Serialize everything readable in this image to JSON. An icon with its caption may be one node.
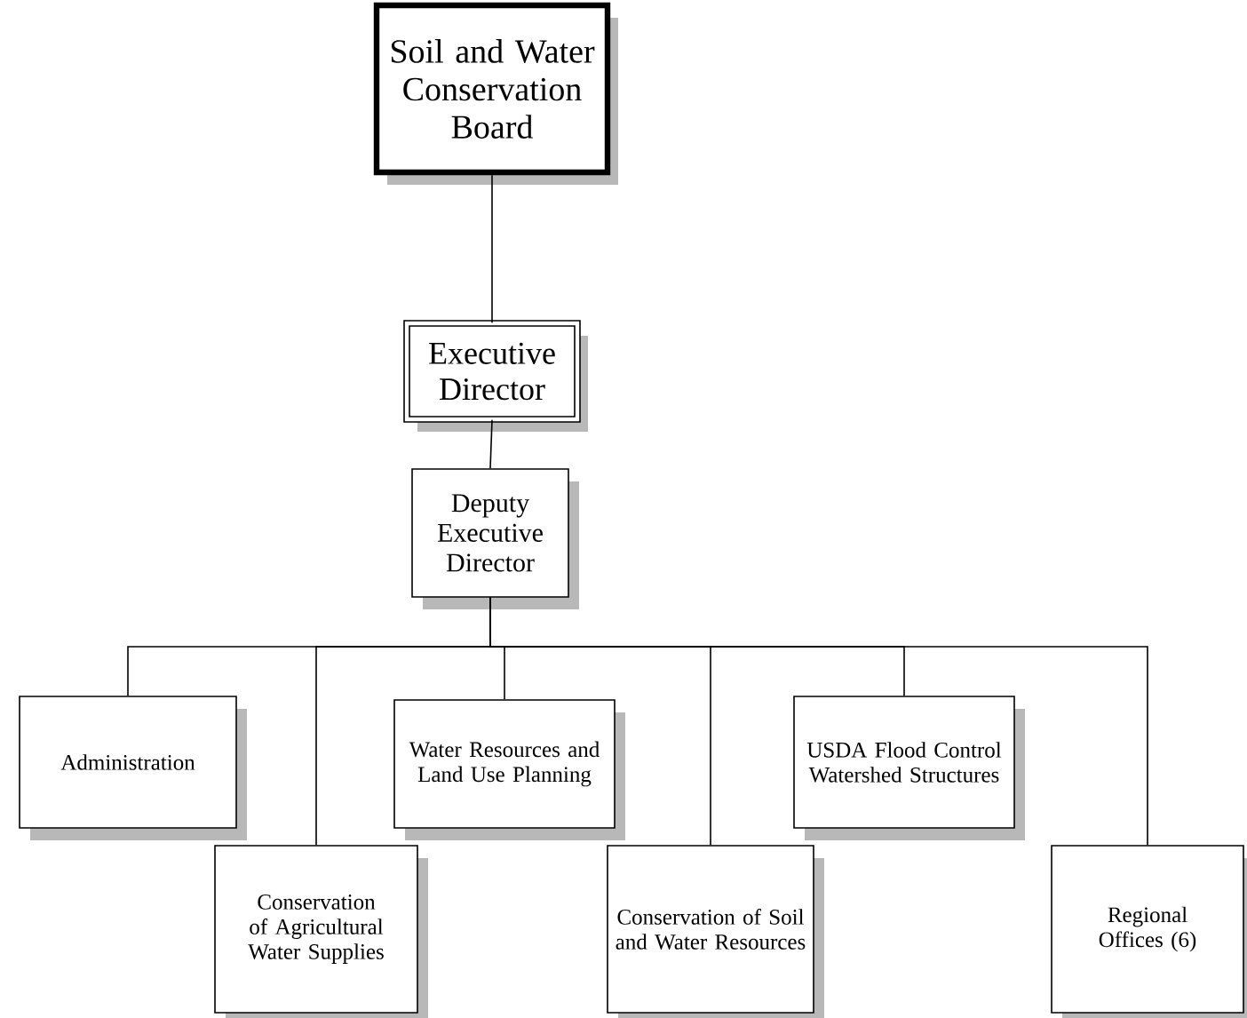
{
  "diagram": {
    "nodes": [
      {
        "text": [
          "Soil and Water Conservation Board"
        ]
      },
      {
        "text": [
          "Executive Director"
        ]
      },
      {
        "text": [
          "Deputy Executive Director"
        ]
      },
      {
        "text": [
          "Administration"
        ]
      },
      {
        "text": [
          "Conservation of Agricultural Water Supplies"
        ]
      },
      {
        "text": [
          "Water Resources and Land Use Planning"
        ]
      },
      {
        "text": [
          "Conservation of Soil and Water Resources"
        ]
      },
      {
        "text": [
          "USDA Flood Control Watershed Structures"
        ]
      },
      {
        "text": [
          "Regional Offices (6)"
        ]
      }
    ],
    "edges": [
      {
        "from": 0,
        "to": 1,
        "arrow": "none"
      },
      {
        "from": 1,
        "to": 2,
        "arrow": "none"
      },
      {
        "from": 2,
        "to": 3,
        "arrow": "none"
      },
      {
        "from": 2,
        "to": 4,
        "arrow": "none"
      },
      {
        "from": 2,
        "to": 5,
        "arrow": "none"
      },
      {
        "from": 2,
        "to": 6,
        "arrow": "none"
      },
      {
        "from": 2,
        "to": 7,
        "arrow": "none"
      },
      {
        "from": 2,
        "to": 8,
        "arrow": "none"
      }
    ]
  }
}
